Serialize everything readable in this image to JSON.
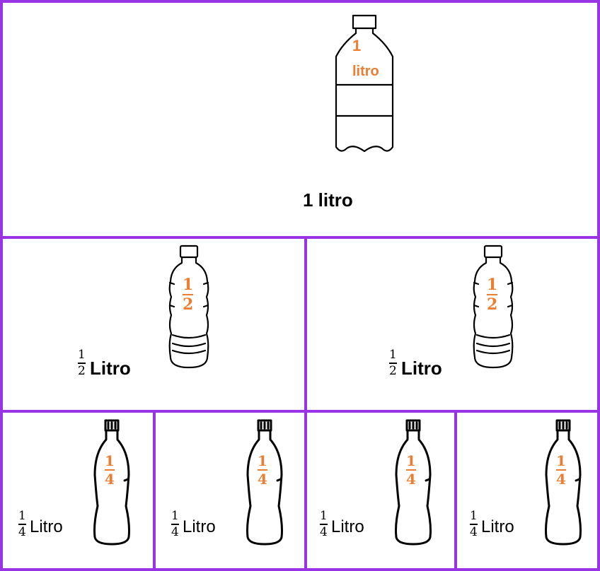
{
  "colors": {
    "border": "#9933e6",
    "accent": "#ed7d31",
    "ink": "#000000"
  },
  "whole": {
    "bottle_label_num": "1",
    "bottle_label_word": "litro",
    "caption": "1 litro"
  },
  "halves": [
    {
      "bottle_num": "1",
      "bottle_den": "2",
      "caption_num": "1",
      "caption_den": "2",
      "caption_word": "Litro"
    },
    {
      "bottle_num": "1",
      "bottle_den": "2",
      "caption_num": "1",
      "caption_den": "2",
      "caption_word": "Litro"
    }
  ],
  "quarters": [
    {
      "bottle_num": "1",
      "bottle_den": "4",
      "caption_num": "1",
      "caption_den": "4",
      "caption_word": "Litro"
    },
    {
      "bottle_num": "1",
      "bottle_den": "4",
      "caption_num": "1",
      "caption_den": "4",
      "caption_word": "Litro"
    },
    {
      "bottle_num": "1",
      "bottle_den": "4",
      "caption_num": "1",
      "caption_den": "4",
      "caption_word": "Litro"
    },
    {
      "bottle_num": "1",
      "bottle_den": "4",
      "caption_num": "1",
      "caption_den": "4",
      "caption_word": "Litro"
    }
  ]
}
